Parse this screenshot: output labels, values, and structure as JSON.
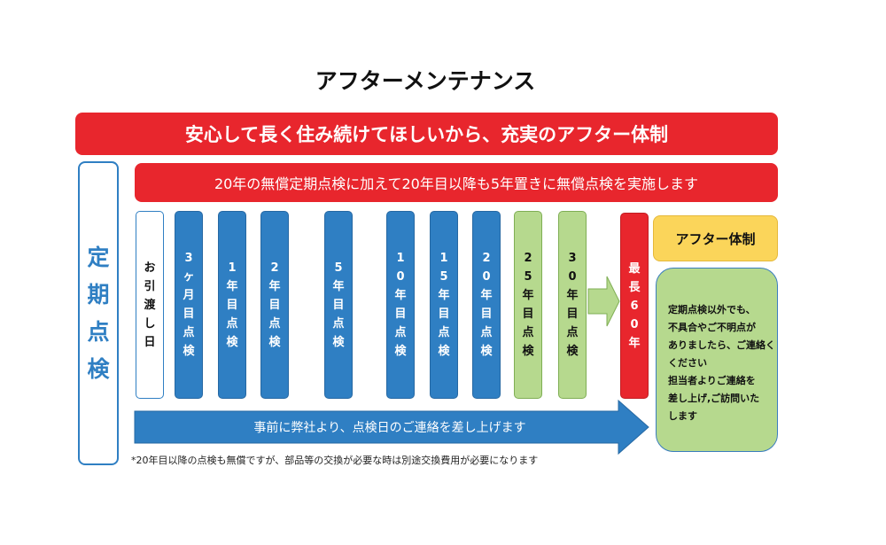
{
  "title": "アフターメンテナンス",
  "banner": "安心して長く住み続けてほしいから、充実のアフター体制",
  "sub_banner": "20年の無償定期点検に加えて20年目以降も5年置きに無償点検を実施します",
  "left_label": [
    "定",
    "期",
    "点",
    "検"
  ],
  "columns": [
    {
      "chars": [
        "お",
        "引",
        "渡",
        "し",
        "日"
      ],
      "style": "white"
    },
    {
      "chars": [
        "3",
        "ヶ",
        "月",
        "目",
        "点",
        "検"
      ],
      "style": "blue"
    },
    {
      "chars": [
        "1",
        "年",
        "目",
        "点",
        "検"
      ],
      "style": "blue"
    },
    {
      "chars": [
        "2",
        "年",
        "目",
        "点",
        "検"
      ],
      "style": "blue"
    },
    {
      "chars": [
        "5",
        "年",
        "目",
        "点",
        "検"
      ],
      "style": "blue"
    },
    {
      "chars": [
        "1",
        "0",
        "年",
        "目",
        "点",
        "検"
      ],
      "style": "blue"
    },
    {
      "chars": [
        "1",
        "5",
        "年",
        "目",
        "点",
        "検"
      ],
      "style": "blue"
    },
    {
      "chars": [
        "2",
        "0",
        "年",
        "目",
        "点",
        "検"
      ],
      "style": "blue"
    },
    {
      "chars": [
        "2",
        "5",
        "年",
        "目",
        "点",
        "検"
      ],
      "style": "green"
    },
    {
      "chars": [
        "3",
        "0",
        "年",
        "目",
        "点",
        "検"
      ],
      "style": "green"
    },
    {
      "chars": [
        "最",
        "長",
        "6",
        "0",
        "年"
      ],
      "style": "red"
    }
  ],
  "after_title": "アフター体制",
  "after_lines": [
    "定期点検以外でも、",
    "不具合やご不明点が",
    "ありましたら、ご連絡く",
    "ください",
    "担当者よりご連絡を",
    "差し上げ,ご訪問いた",
    "します"
  ],
  "arrow_text": "事前に弊社より、点検日のご連絡を差し上げます",
  "footnote": "*20年目以降の点検も無償ですが、部品等の交換が必要な時は別途交換費用が必要になります"
}
